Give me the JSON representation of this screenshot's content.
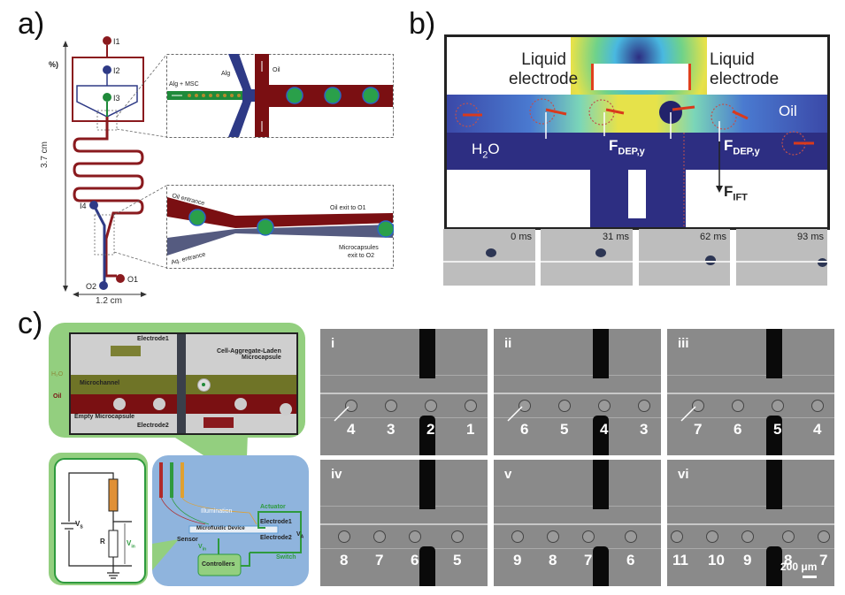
{
  "panels": {
    "a": {
      "label": "a)",
      "chip": {
        "ports": [
          "I1",
          "I2",
          "I3",
          "I4",
          "O1",
          "O2"
        ],
        "height_label": "3.7 cm",
        "width_label": "1.2 cm",
        "stray_label": "%)"
      },
      "inset_top": {
        "labels": {
          "alg_msc": "Alg + MSC",
          "alg": "Alg",
          "oil": "Oil"
        }
      },
      "inset_bottom": {
        "labels": {
          "oil_entrance": "Oil entrance",
          "aq_entrance": "Aq. entrance",
          "oil_exit": "Oil exit to O1",
          "capsules_exit_1": "Microcapsules",
          "capsules_exit_2": "exit to O2"
        }
      },
      "colors": {
        "oil": "#7a0f12",
        "alginate": "#2e3a86",
        "msc": "#1f8a3a",
        "aqueous": "#555b80"
      }
    },
    "b": {
      "label": "b)",
      "labels": {
        "left_electrode_1": "Liquid",
        "left_electrode_2": "electrode",
        "right_electrode_1": "Liquid",
        "right_electrode_2": "electrode",
        "oil": "Oil",
        "water": "H",
        "water_sub": "2",
        "water_end": "O",
        "fdep": "F",
        "fdep_sub": "DEP,y",
        "fift": "F",
        "fift_sub": "IFT"
      },
      "timelapse": [
        "0 ms",
        "31 ms",
        "62 ms",
        "93 ms"
      ],
      "colors": {
        "channel": "#2d2e82",
        "field_high": "#e0401c",
        "field_mid": "#e6e24a",
        "field_low": "#49b8e0"
      }
    },
    "c": {
      "label": "c)",
      "schematic": {
        "electrode1": "Electrode1",
        "electrode2": "Electrode2",
        "water": "H₂O",
        "oil": "Oil",
        "microchannel": "Microchannel",
        "cell_capsule_1": "Cell-Aggregate-Laden",
        "cell_capsule_2": "Microcapsule",
        "empty_capsule": "Empty Microcapsule"
      },
      "circuit": {
        "vs": "V",
        "vs_sub": "S",
        "r": "R",
        "vin": "V",
        "vin_sub": "in"
      },
      "system": {
        "illumination": "Illumination",
        "device": "Microfluidic Device",
        "sensor": "Sensor",
        "vin": "V",
        "vin_sub": "in",
        "actuator": "Actuator",
        "electrode1": "Electrode1",
        "electrode2": "Electrode2",
        "va": "V",
        "va_sub": "A",
        "switch": "Switch",
        "controllers": "Controllers"
      },
      "frames": [
        {
          "roman": "i",
          "numbers": [
            "4",
            "3",
            "2",
            "1"
          ],
          "arrow": true
        },
        {
          "roman": "ii",
          "numbers": [
            "6",
            "5",
            "4",
            "3"
          ],
          "arrow": true
        },
        {
          "roman": "iii",
          "numbers": [
            "7",
            "6",
            "5",
            "4"
          ],
          "arrow": true
        },
        {
          "roman": "iv",
          "numbers": [
            "8",
            "7",
            "6",
            "5"
          ],
          "arrow": false
        },
        {
          "roman": "v",
          "numbers": [
            "9",
            "8",
            "7",
            "6"
          ],
          "arrow": false
        },
        {
          "roman": "vi",
          "numbers": [
            "11",
            "10",
            "9",
            "8",
            "7"
          ],
          "arrow": false
        }
      ],
      "scale_bar": "200 μm",
      "colors": {
        "green_panel": "#93cf7f",
        "blue_panel": "#8fb4dd",
        "channel_olive": "#6f7427",
        "oil": "#7a1012"
      }
    }
  }
}
